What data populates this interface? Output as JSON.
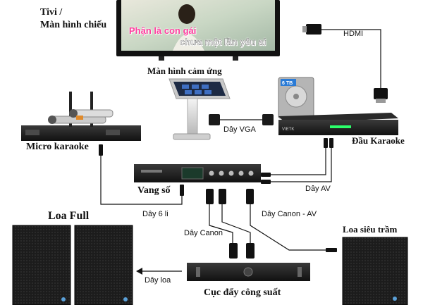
{
  "labels": {
    "tv": [
      "Tivi /",
      "Màn hình chiếu"
    ],
    "tv_caption_1": "Phận là con gái",
    "tv_caption_2": "chưa một lần yêu ai",
    "touchscreen": "Màn hình cảm ứng",
    "hdmi": "HDMI",
    "disk_capacity": "6 TB",
    "vga": "Dây VGA",
    "karaoke_player": "Đầu Karaoke",
    "karaoke_brand": "VIETK",
    "mic": "Micro karaoke",
    "mixer": "Vang số",
    "av": "Dây AV",
    "cable_6mm": "Dây 6 li",
    "canon_av": "Dây Canon - AV",
    "speakers": "Loa Full",
    "canon": "Dây Canon",
    "subwoofer": "Loa siêu trầm",
    "speaker_cable": "Dây loa",
    "amplifier": "Cục đẩy công suất"
  },
  "colors": {
    "accent_karaoke_text": "#ff3fa0",
    "accent_green_led": "#2bff6a",
    "cable": "#111111",
    "device_dark": "#1a1a1a"
  }
}
